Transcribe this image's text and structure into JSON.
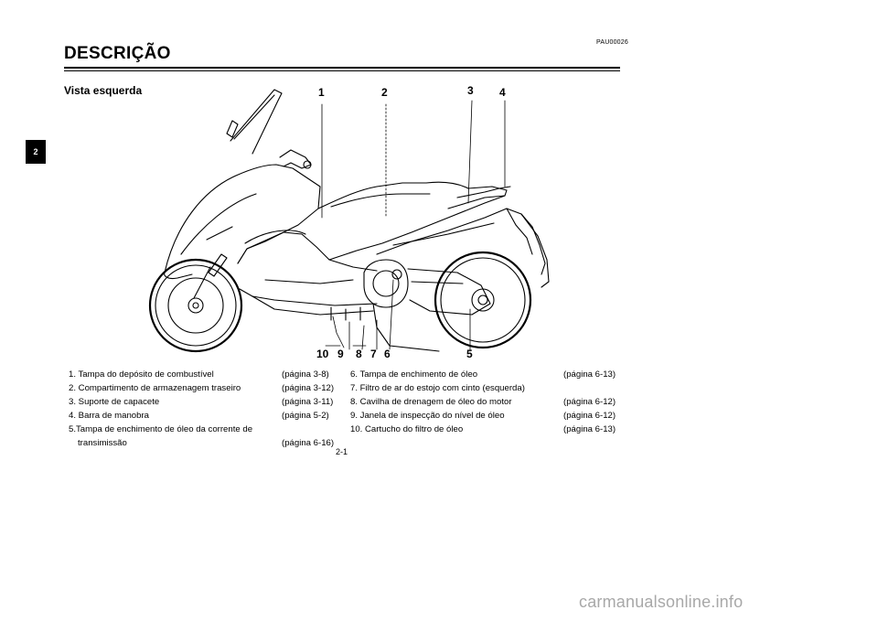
{
  "header": {
    "code": "PAU00026",
    "title": "DESCRIÇÃO",
    "subtitle": "Vista esquerda"
  },
  "chapter_tab": "2",
  "callouts": {
    "n1": "1",
    "n2": "2",
    "n3": "3",
    "n4": "4",
    "n5": "5",
    "n6": "6",
    "n7": "7",
    "n8": "8",
    "n9": "9",
    "n10": "10"
  },
  "legend": {
    "left": [
      {
        "text": "1. Tampa do depósito de combustível",
        "page": "(página 3-8)"
      },
      {
        "text": "2. Compartimento de armazenagem traseiro",
        "page": "(página 3-12)"
      },
      {
        "text": "3. Suporte de capacete",
        "page": "(página 3-11)"
      },
      {
        "text": "4. Barra de manobra",
        "page": "(página 5-2)"
      },
      {
        "text": "5.Tampa de enchimento de óleo da corrente de",
        "page": ""
      },
      {
        "text": "transimissão",
        "page": "(página 6-16)"
      }
    ],
    "right": [
      {
        "text": "6. Tampa de enchimento de óleo",
        "page": "(página 6-13)"
      },
      {
        "text": "7. Filtro de ar do estojo com cinto (esquerda)",
        "page": ""
      },
      {
        "text": "8. Cavilha de drenagem de óleo do motor",
        "page": "(página 6-12)"
      },
      {
        "text": "9. Janela de inspecção do nível de óleo",
        "page": "(página 6-12)"
      },
      {
        "text": "10. Cartucho do filtro de óleo",
        "page": "(página 6-13)"
      }
    ]
  },
  "footer": {
    "page_number": "2-1",
    "watermark": "carmanualsonline.info"
  }
}
